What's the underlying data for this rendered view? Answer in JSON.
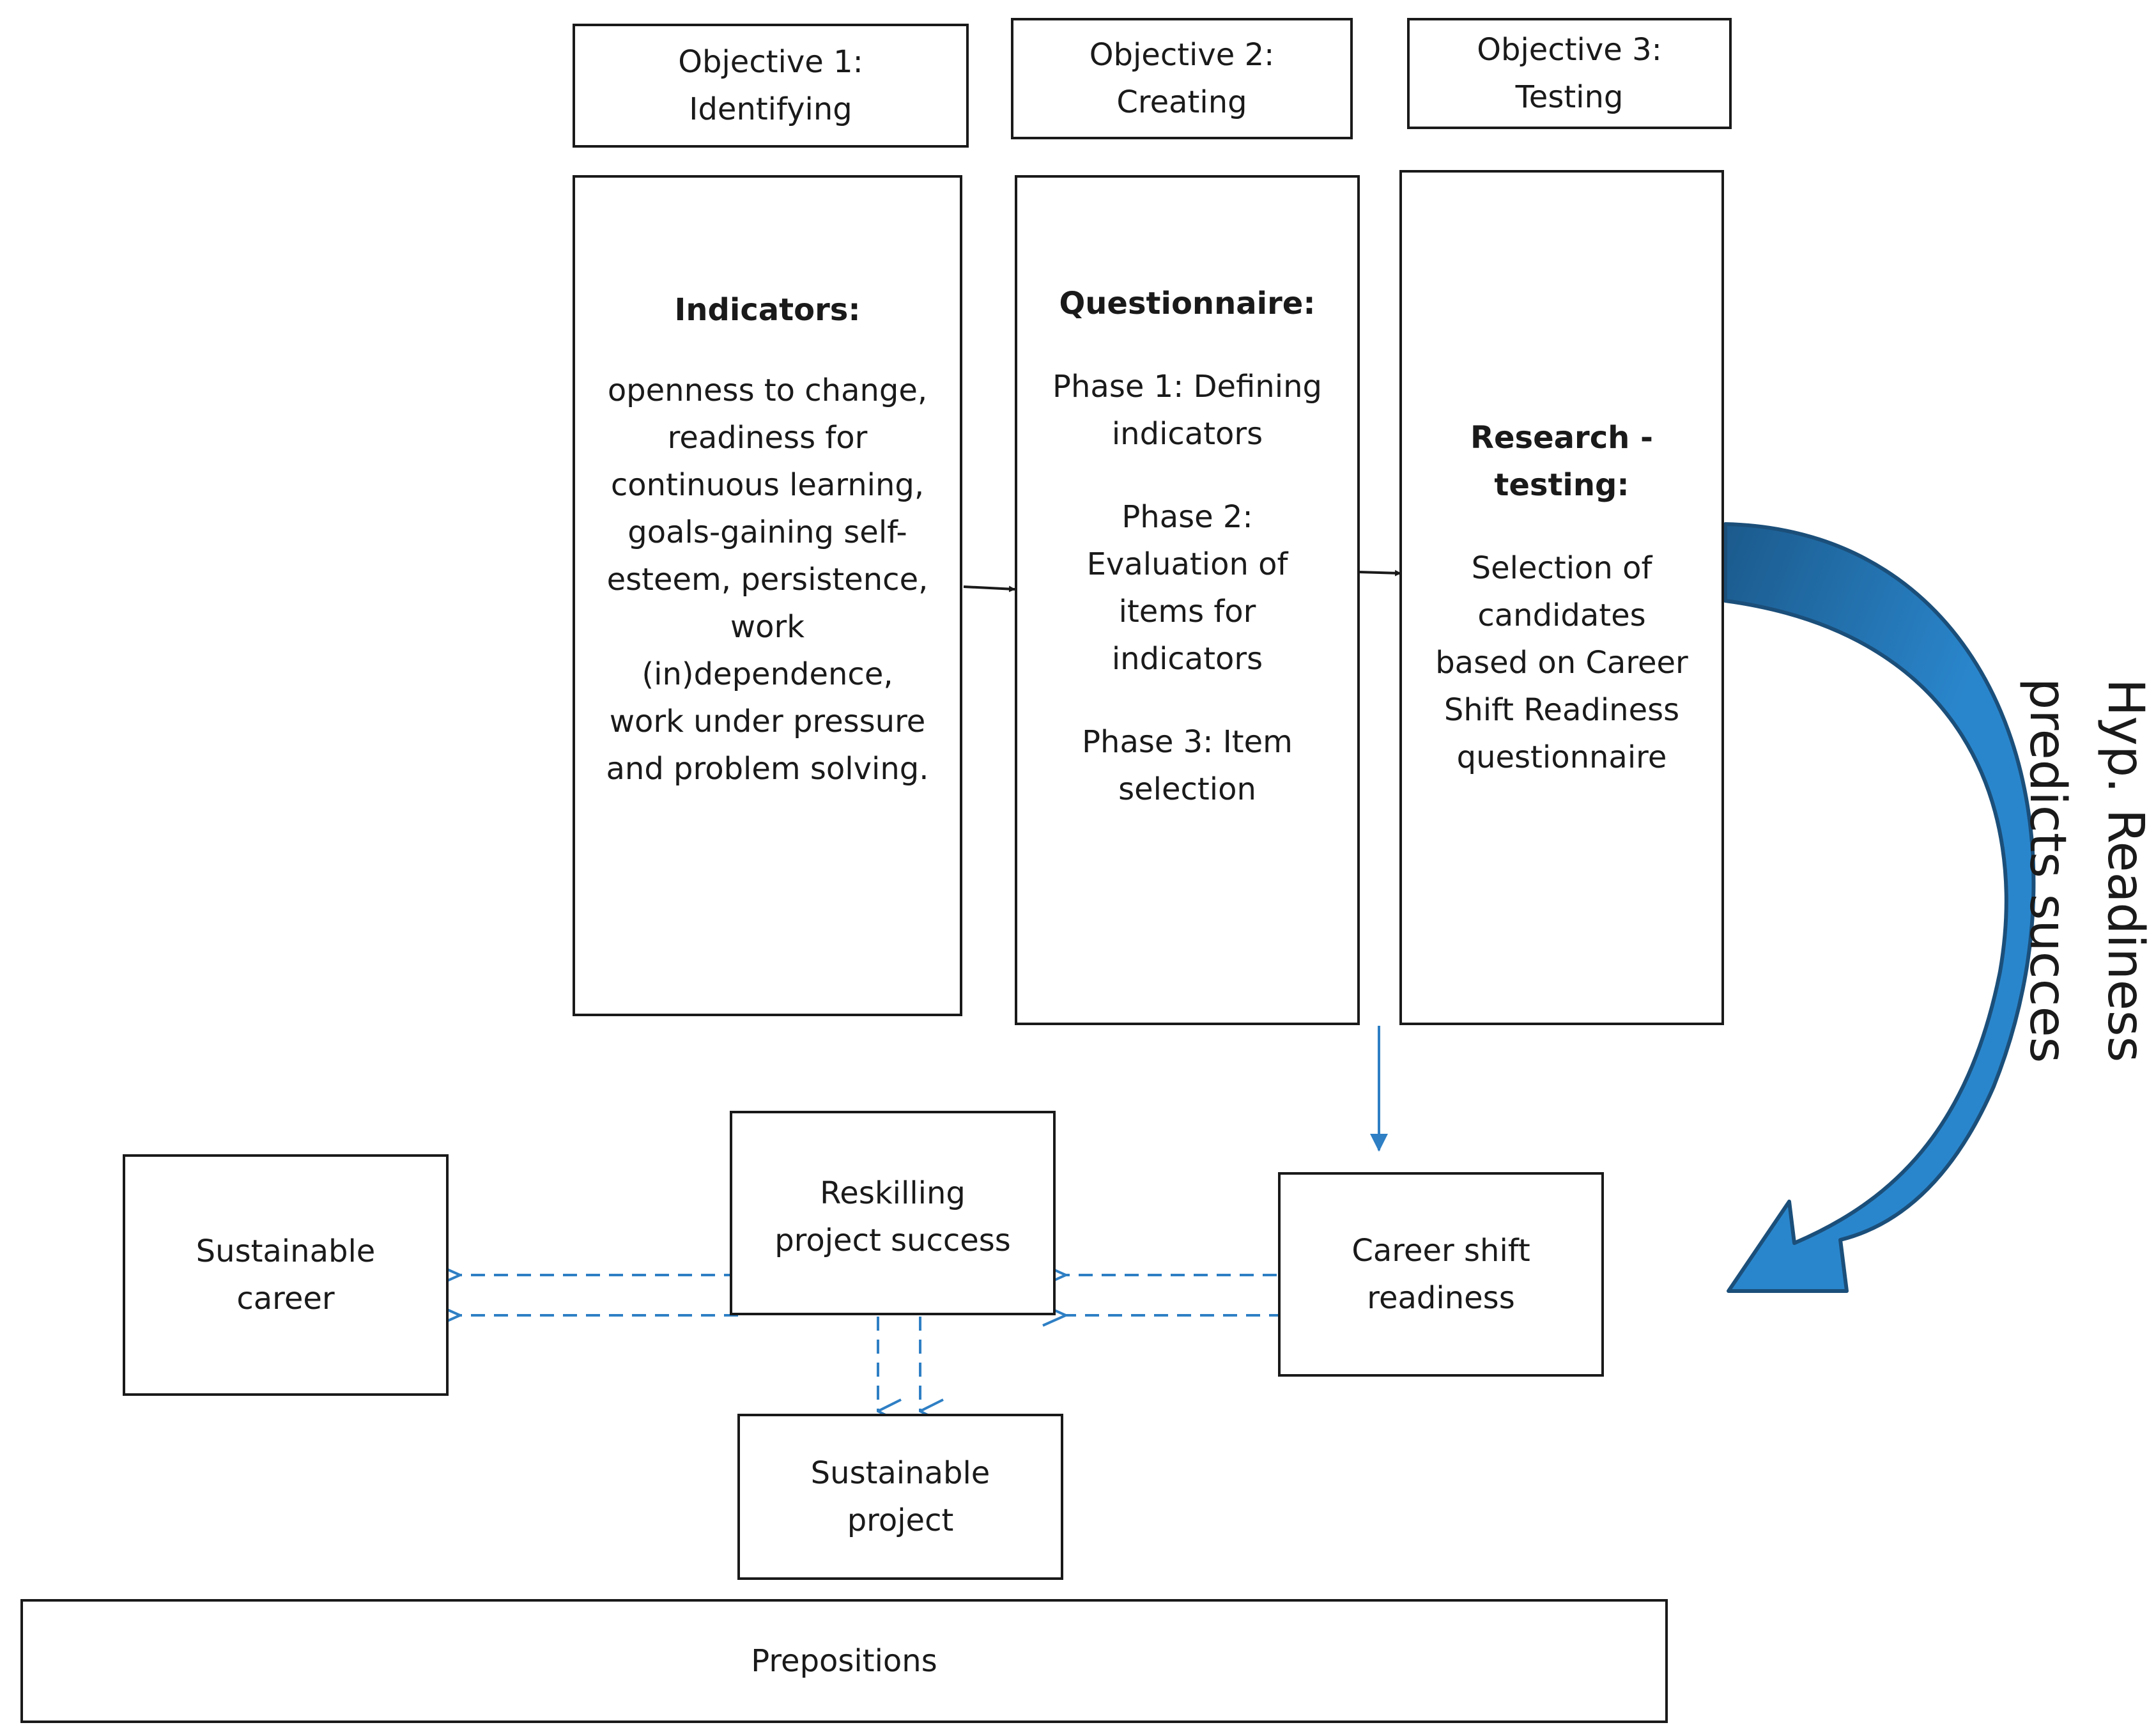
{
  "objectives": [
    {
      "line1": "Objective 1:",
      "line2": "Identifying"
    },
    {
      "line1": "Objective 2:",
      "line2": "Creating"
    },
    {
      "line1": "Objective 3:",
      "line2": "Testing"
    }
  ],
  "indicators": {
    "heading": "Indicators:",
    "lines": [
      "openness to change,",
      "readiness for",
      "continuous learning,",
      "goals-gaining self-",
      "esteem, persistence,",
      "work",
      "(in)dependence,",
      "work under pressure",
      "and problem solving."
    ]
  },
  "questionnaire": {
    "heading": "Questionnaire:",
    "phase1": [
      "Phase 1: Defining",
      "indicators"
    ],
    "phase2": [
      "Phase 2:",
      "Evaluation of",
      "items for",
      "indicators"
    ],
    "phase3": [
      "Phase 3: Item",
      "selection"
    ]
  },
  "research": {
    "heading": [
      "Research -",
      "testing:"
    ],
    "lines": [
      "Selection of",
      "candidates",
      "based on Career",
      "Shift Readiness",
      "questionnaire"
    ]
  },
  "hypothesis": [
    "Hyp. Readiness",
    "predicts succes"
  ],
  "nodes": {
    "sustainable_career": [
      "Sustainable",
      "career"
    ],
    "reskilling": [
      "Reskilling",
      "project success"
    ],
    "career_shift": [
      "Career shift",
      "readiness"
    ],
    "sustainable_project": [
      "Sustainable",
      "project"
    ]
  },
  "footer": "Prepositions",
  "colors": {
    "border": "#1a1a1a",
    "arrow_blue": "#2e7fc4",
    "curved_arrow_dark": "#1b5a8c",
    "curved_arrow_light": "#2a86cc"
  }
}
